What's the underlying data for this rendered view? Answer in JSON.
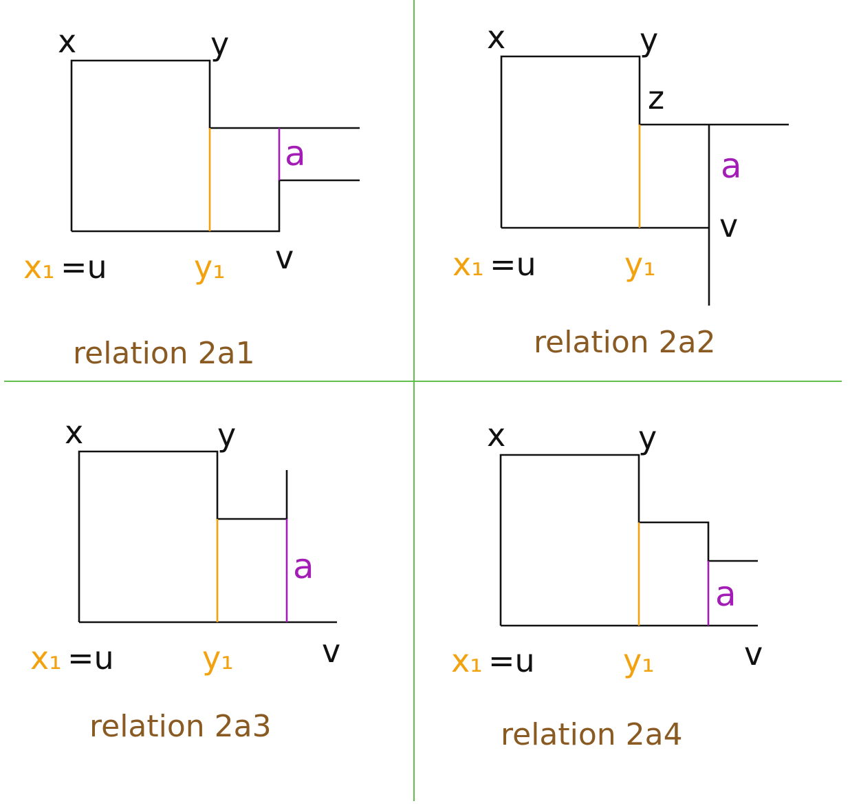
{
  "colors": {
    "ink": "#111111",
    "orange": "#f3a20f",
    "purple": "#a21cb5",
    "caption": "#8a5a23",
    "divider": "#63bf4c"
  },
  "panels": [
    {
      "x_label": "x",
      "y_label": "y",
      "x1_label": "x₁",
      "equals_u": "=u",
      "y1_label": "y₁",
      "v_label": "v",
      "a_label": "a",
      "caption": "relation 2a1"
    },
    {
      "x_label": "x",
      "y_label": "y",
      "z_label": "z",
      "x1_label": "x₁",
      "equals_u": "=u",
      "y1_label": "y₁",
      "v_label": "v",
      "a_label": "a",
      "caption": "relation 2a2"
    },
    {
      "x_label": "x",
      "y_label": "y",
      "x1_label": "x₁",
      "equals_u": "=u",
      "y1_label": "y₁",
      "v_label": "v",
      "a_label": "a",
      "caption": "relation 2a3"
    },
    {
      "x_label": "x",
      "y_label": "y",
      "x1_label": "x₁",
      "equals_u": "=u",
      "y1_label": "y₁",
      "v_label": "v",
      "a_label": "a",
      "caption": "relation 2a4"
    }
  ]
}
